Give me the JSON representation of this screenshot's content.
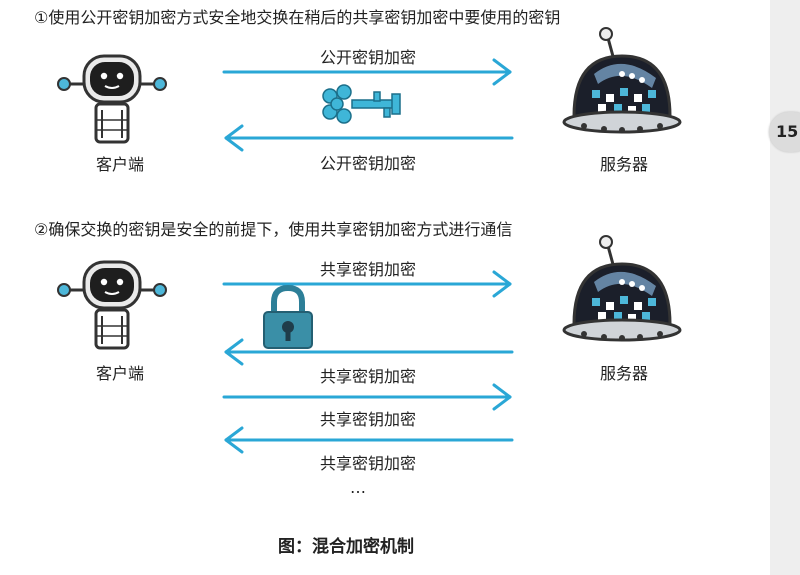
{
  "page_number": "15",
  "section1": {
    "title": "①使用公开密钥加密方式安全地交换在稍后的共享密钥加密中要使用的密钥",
    "client_label": "客户端",
    "server_label": "服务器",
    "arrow_top_label": "公开密钥加密",
    "arrow_bottom_label": "公开密钥加密"
  },
  "section2": {
    "title": "②确保交换的密钥是安全的前提下，使用共享密钥加密方式进行通信",
    "client_label": "客户端",
    "server_label": "服务器",
    "arrow_labels": [
      "共享密钥加密",
      "共享密钥加密",
      "共享密钥加密",
      "共享密钥加密"
    ],
    "ellipsis": "…"
  },
  "caption": "图：混合加密机制",
  "colors": {
    "arrow": "#2aa7d6",
    "key": "#3fb6d8",
    "lock": "#3a8fa7",
    "robot_outline": "#333333",
    "robot_accent": "#4db7d9"
  },
  "icons": [
    "client-robot-icon",
    "server-robot-icon",
    "key-icon",
    "padlock-icon",
    "arrow-right-icon",
    "arrow-left-icon"
  ]
}
